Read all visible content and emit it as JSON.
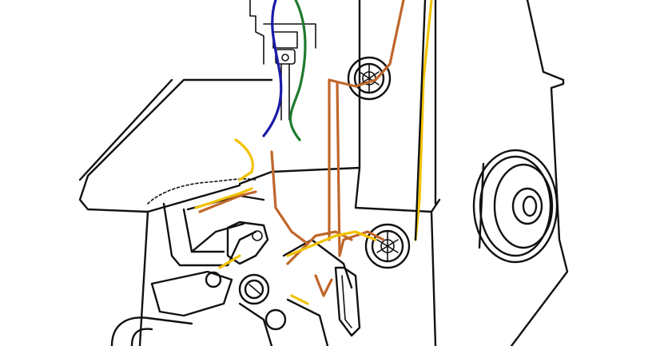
{
  "figure": {
    "subject": "serger-threading-diagram",
    "threads": [
      {
        "name": "needle-thread-left",
        "color": "#1a1aa8"
      },
      {
        "name": "needle-thread-right",
        "color": "#1f7a2e"
      },
      {
        "name": "upper-looper-thread",
        "color": "#c0662a"
      },
      {
        "name": "lower-looper-thread",
        "color": "#f2c200"
      }
    ]
  }
}
